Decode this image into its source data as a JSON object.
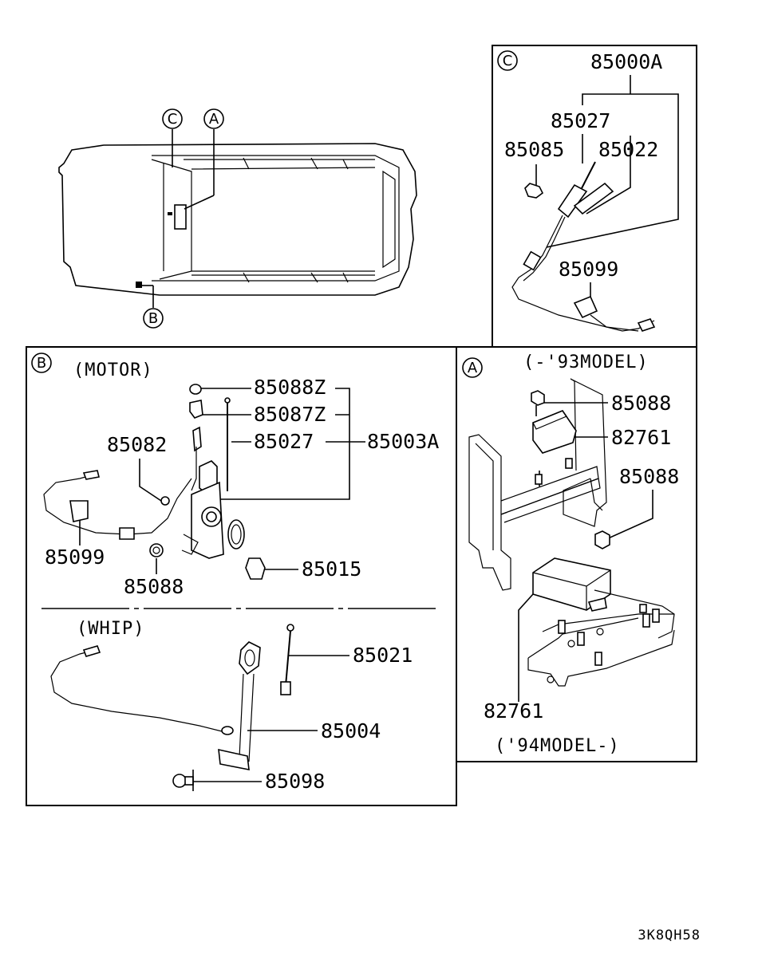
{
  "callouts": {
    "c": "C",
    "a": "A",
    "b": "B"
  },
  "panel_c": {
    "tag": "C",
    "labels": {
      "p85000a": "85000A",
      "p85027": "85027",
      "p85085": "85085",
      "p85022": "85022",
      "p85099": "85099"
    }
  },
  "panel_b": {
    "tag": "B",
    "motor_title": "(MOTOR)",
    "whip_title": "(WHIP)",
    "labels": {
      "p85088z": "85088Z",
      "p85087z": "85087Z",
      "p85027": "85027",
      "p85003a": "85003A",
      "p85082": "85082",
      "p85099": "85099",
      "p85088": "85088",
      "p85015": "85015",
      "p85021": "85021",
      "p85004": "85004",
      "p85098": "85098"
    }
  },
  "panel_a": {
    "tag": "A",
    "model_top": "(-'93MODEL)",
    "model_bottom": "('94MODEL-)",
    "labels": {
      "p85088_top": "85088",
      "p82761_top": "82761",
      "p85088_mid": "85088",
      "p82761_bottom": "82761"
    }
  },
  "diagram_code": "3K8QH58"
}
